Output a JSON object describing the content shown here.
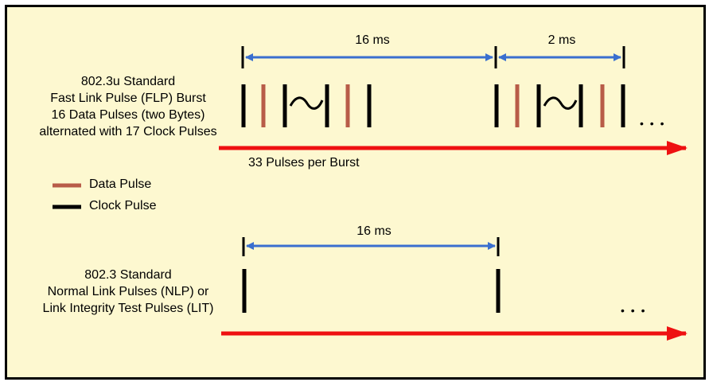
{
  "colors": {
    "background": "#fdf8d0",
    "border": "#000000",
    "data_pulse": "#b85c48",
    "clock_pulse": "#000000",
    "dimension_arrow": "#3a6fcf",
    "time_arrow": "#ee1111"
  },
  "flp": {
    "label_lines": [
      "802.3u Standard",
      "Fast Link Pulse (FLP) Burst",
      "16 Data Pulses (two Bytes)",
      "alternated with 17 Clock Pulses"
    ],
    "interval_label": "16 ms",
    "burst_label": "2 ms",
    "pulses_label": "33 Pulses per Burst",
    "ellipsis": "• • •"
  },
  "legend": {
    "data_pulse_label": "Data Pulse",
    "clock_pulse_label": "Clock Pulse"
  },
  "nlp": {
    "label_lines": [
      "802.3 Standard",
      "Normal Link Pulses (NLP) or",
      "Link Integrity Test Pulses (LIT)"
    ],
    "interval_label": "16 ms",
    "ellipsis": "• • •"
  }
}
